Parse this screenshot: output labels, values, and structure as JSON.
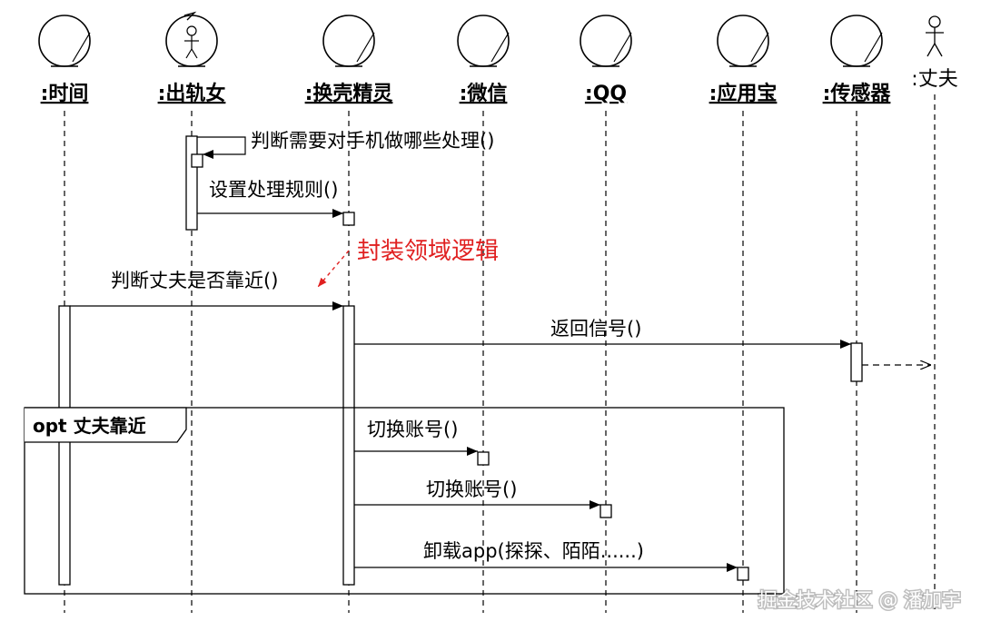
{
  "lifelines": [
    {
      "label": ":时间",
      "kind": "entity"
    },
    {
      "label": ":出轨女",
      "kind": "control"
    },
    {
      "label": ":换壳精灵",
      "kind": "entity"
    },
    {
      "label": ":微信",
      "kind": "entity"
    },
    {
      "label": ":QQ",
      "kind": "entity"
    },
    {
      "label": ":应用宝",
      "kind": "entity"
    },
    {
      "label": ":传感器",
      "kind": "entity"
    },
    {
      "label": ":丈夫",
      "kind": "actor"
    }
  ],
  "messages": {
    "m1": "判断需要对手机做哪些处理()",
    "m2": "设置处理规则()",
    "m3": "判断丈夫是否靠近()",
    "m4": "返回信号()",
    "m5": "切换账号()",
    "m6": "切换账号()",
    "m7": "卸载app(探探、陌陌......)"
  },
  "annotation": "封装领域逻辑",
  "fragment": {
    "label": "opt 丈夫靠近"
  },
  "watermark": "掘金技术社区 @ 潘加宇",
  "colors": {
    "annotation": "#e02020",
    "line": "#000000"
  }
}
